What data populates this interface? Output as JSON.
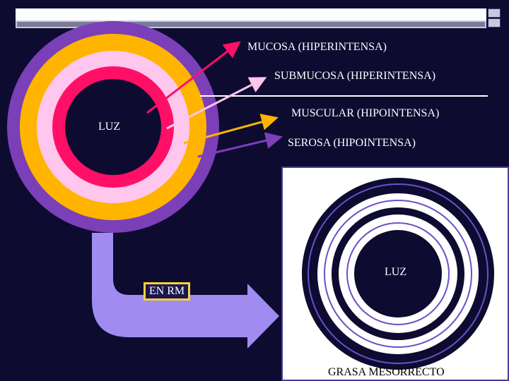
{
  "labels": {
    "mucosa": "MUCOSA  (HIPERINTENSA)",
    "submucosa": "SUBMUCOSA (HIPERINTENSA)",
    "muscular": "MUSCULAR (HIPOINTENSA)",
    "serosa": "SEROSA (HIPOINTENSA)",
    "luz_left": "LUZ",
    "luz_right": "LUZ",
    "en_rm": "EN RM",
    "grasa": "GRASA MESORRECTO"
  },
  "colors": {
    "background": "#0d0b30",
    "serosa_ring": "#7b3fb8",
    "muscular_ring": "#ffb400",
    "submucosa_ring": "#ffc6ee",
    "mucosa_ring": "#ff1066",
    "lumen": "#0d0b30",
    "arrow_mucosa": "#ff1066",
    "arrow_submucosa": "#ffc6ee",
    "arrow_muscular": "#ffb400",
    "arrow_serosa": "#7b3fb8",
    "big_arrow": "#a08cf0",
    "mri_dark": "#0d0b30",
    "mri_ring_line": "#6a50c8"
  }
}
